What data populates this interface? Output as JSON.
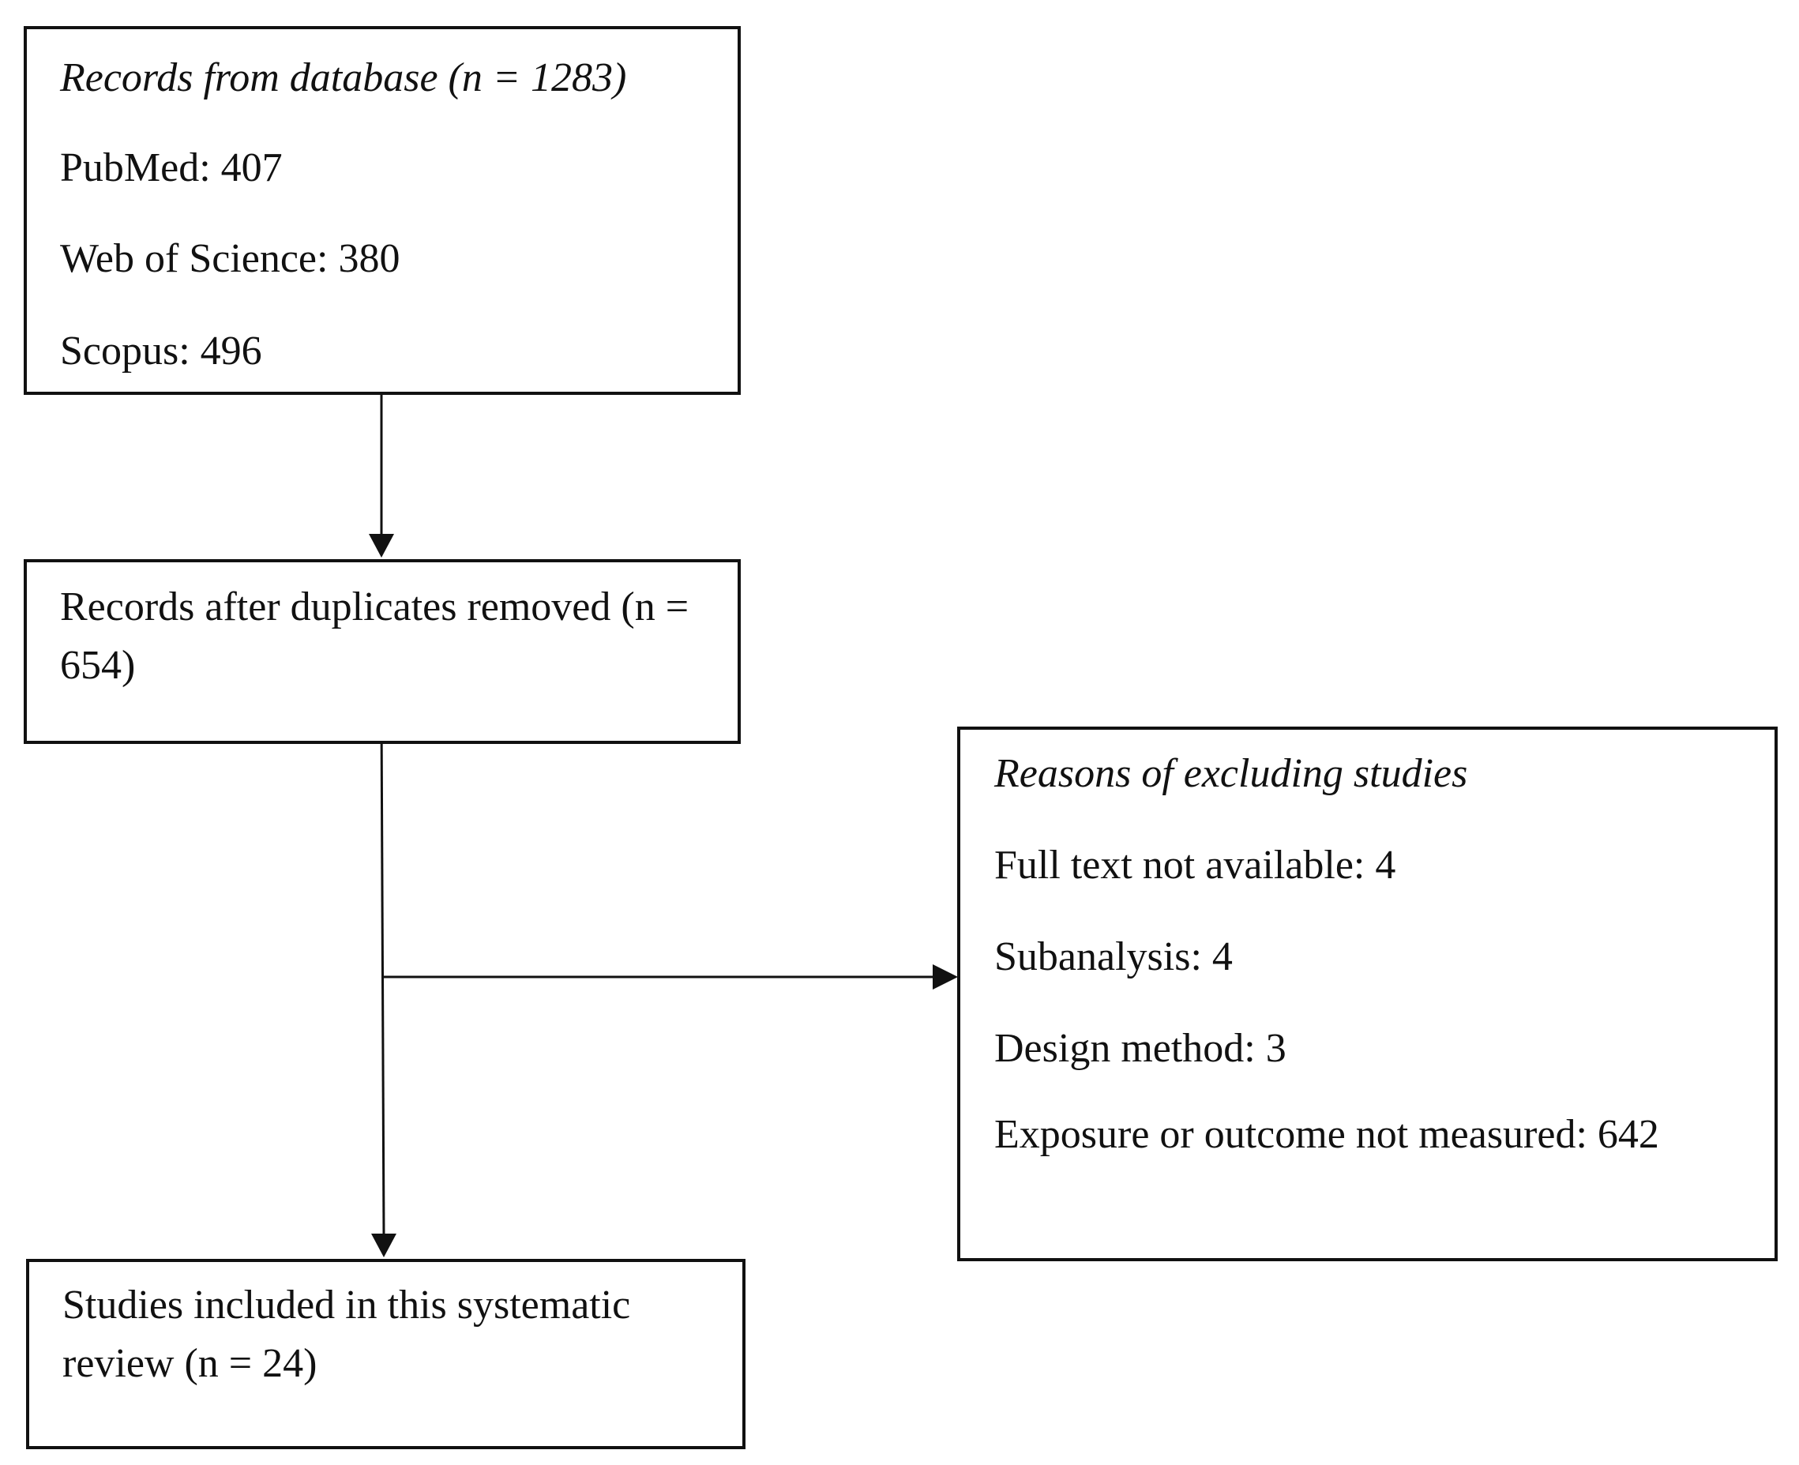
{
  "records_box": {
    "title": "Records from database (n = 1283)",
    "lines": [
      "PubMed: 407",
      "Web of Science: 380",
      "Scopus: 496"
    ]
  },
  "duplicates_box": {
    "text": "Records after duplicates removed (n = 654)"
  },
  "exclusion_box": {
    "title": "Reasons of excluding studies",
    "lines": [
      "Full text not available: 4",
      "Subanalysis: 4",
      "Design method: 3",
      "Exposure or outcome not measured: 642"
    ]
  },
  "included_box": {
    "text": "Studies included in this systematic review (n = 24)"
  }
}
